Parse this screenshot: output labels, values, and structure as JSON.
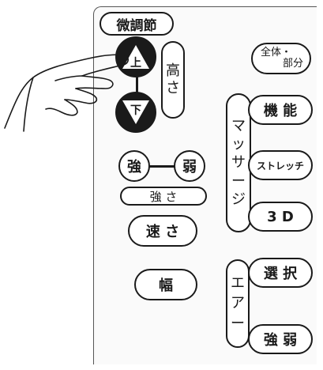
{
  "micro_adjust": {
    "label": "微調節",
    "up_label": "上",
    "down_label": "下",
    "height_label": [
      "高",
      "さ"
    ]
  },
  "whole_partial": {
    "line1": "全体・",
    "line2": "部分"
  },
  "massage": {
    "label": [
      "マ",
      "ッ",
      "サ",
      "ー",
      "ジ"
    ],
    "function_label": "機 能",
    "stretch_label": "ストレッチ",
    "three_d_label": "3 D"
  },
  "strength": {
    "strong_label": "強",
    "weak_label": "弱",
    "label": "強 さ"
  },
  "speed_label": "速 さ",
  "width_label": "幅",
  "air": {
    "label": [
      "エ",
      "ア",
      "ー"
    ],
    "select_label": "選 択",
    "strength_label": "強 弱"
  },
  "colors": {
    "ink": "#1a1a1a",
    "background": "#ffffff"
  },
  "icons": {
    "pointing_hand": "hand-pointing-icon"
  }
}
